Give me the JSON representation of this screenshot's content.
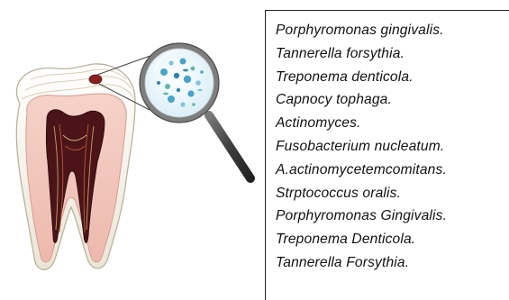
{
  "bacteria_list": [
    "Porphyromonas gingivalis.",
    "Tannerella forsythia.",
    "Treponema denticola.",
    "Capnocy tophaga.",
    "Actinomyces.",
    "Fusobacterium nucleatum.",
    "A.actinomycetemcomitans.",
    "Strptococcus oralis.",
    "Porphyromonas Gingivalis.",
    "Treponema Denticola.",
    "Tannerella Forsythia."
  ],
  "icons": {
    "tooth": "tooth-cross-section-icon",
    "magnifier": "magnifying-glass-icon",
    "lesion": "carious-lesion-icon",
    "bacteria": "bacteria-cluster-icon"
  },
  "colors": {
    "enamel": "#f2f0e4",
    "dentin": "#f2c8c0",
    "pulp": "#4a1418",
    "lesion": "#8a1f1f",
    "bacteria_blue": "#4aa3c8",
    "bacteria_teal": "#5fb7a8",
    "lens_fill": "#e8f6fb",
    "handle": "#555555"
  }
}
